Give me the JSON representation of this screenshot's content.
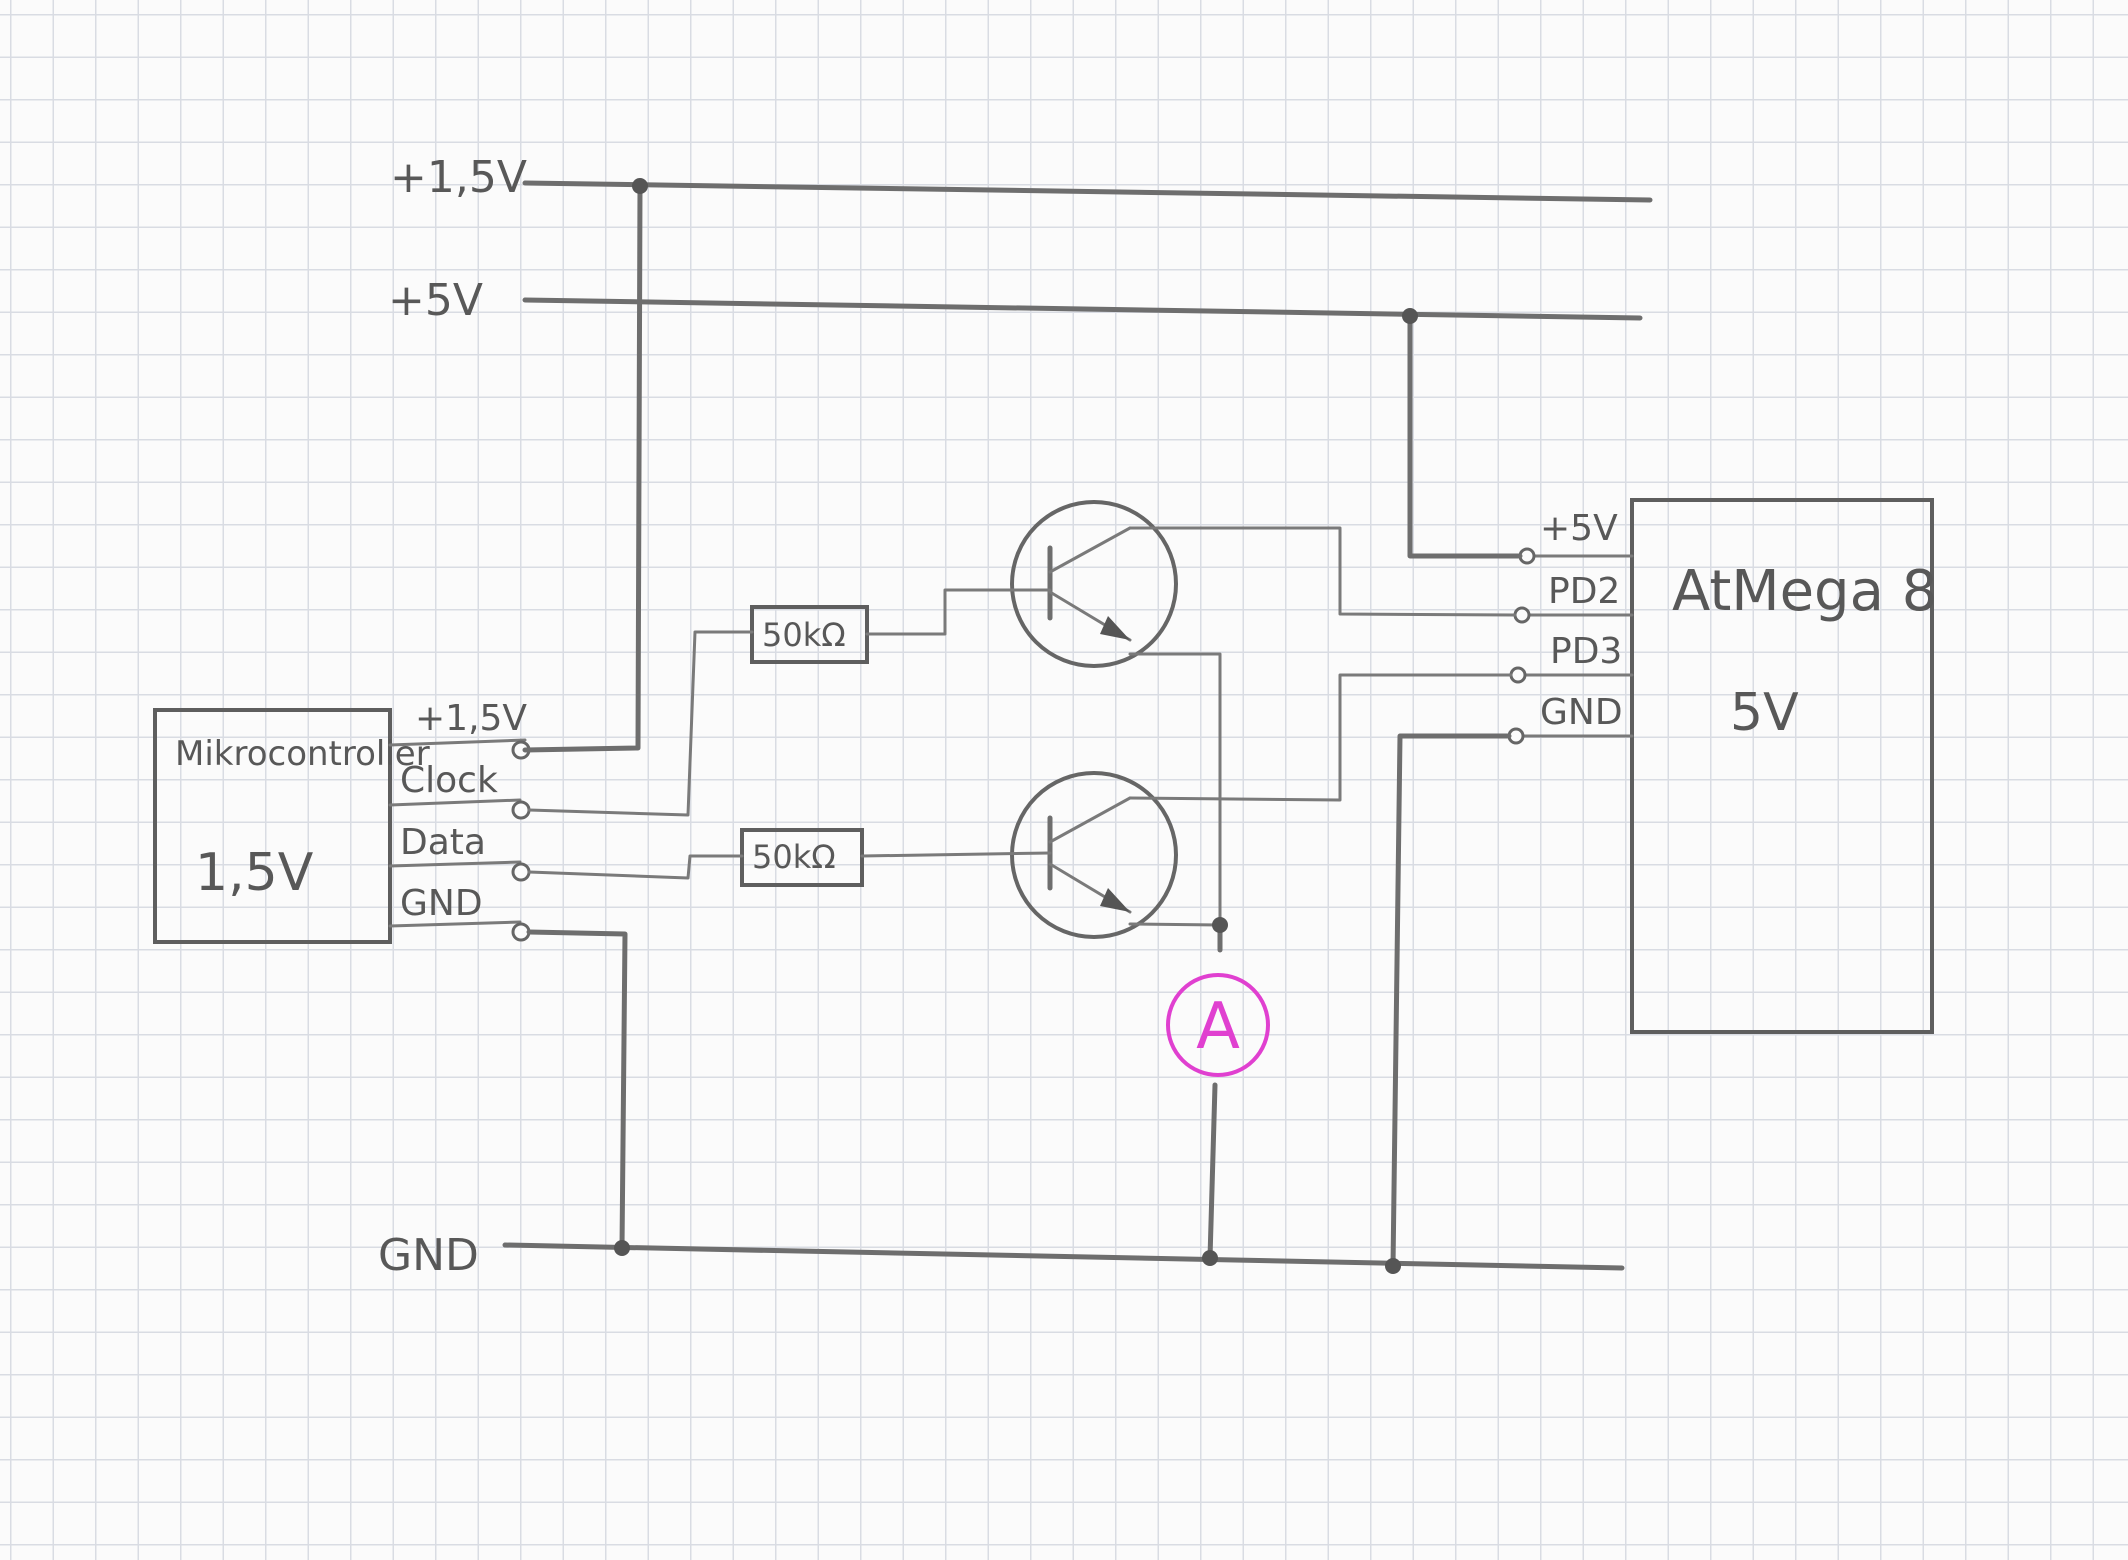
{
  "rails": {
    "v15": "+1,5V",
    "v5": "+5V",
    "gnd": "GND"
  },
  "microcontroller": {
    "name": "Mikrocontroller",
    "voltage": "1,5V",
    "pins": [
      "+1,5V",
      "Clock",
      "Data",
      "GND"
    ]
  },
  "atmega": {
    "name": "AtMega 8",
    "voltage": "5V",
    "pins": [
      "+5V",
      "PD2",
      "PD3",
      "GND"
    ]
  },
  "resistors": [
    "50kΩ",
    "50kΩ"
  ],
  "marker": "A",
  "colors": {
    "ink": "#6e6e6e",
    "grid": "#d9dce3",
    "paper": "#fbfbfb",
    "marker": "#e040d0"
  }
}
